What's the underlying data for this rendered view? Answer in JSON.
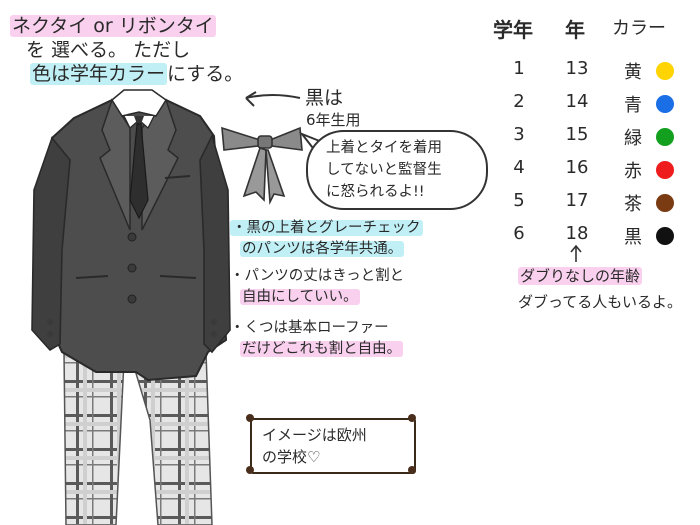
{
  "header": {
    "line1_a": "ネクタイ or リボンタイ",
    "line2": "を 選べる。 ただし",
    "line3_a": "色は学年カラー",
    "line3_b": "にする。"
  },
  "black_note": {
    "line1": "黒は",
    "line2": "6年生用"
  },
  "bubble": {
    "line1": "上着とタイを着用",
    "line2": "してないと監督生",
    "line3": "に怒られるよ!!"
  },
  "notes": {
    "n1_a": "・黒の上着とグレーチェック",
    "n1_b": "のパンツは各学年共通。",
    "n2_a": "・パンツの丈はきっと割と",
    "n2_b": "自由にしていい。",
    "n3_a": "・くつは基本ローファー",
    "n3_b": "だけどこれも割と自由。"
  },
  "table": {
    "headers": [
      "学年",
      "年",
      "カラー"
    ],
    "rows": [
      {
        "grade": "1",
        "age": "13",
        "color_name": "黄",
        "color": "#ffd400"
      },
      {
        "grade": "2",
        "age": "14",
        "color_name": "青",
        "color": "#1a6ee6"
      },
      {
        "grade": "3",
        "age": "15",
        "color_name": "緑",
        "color": "#12a01e"
      },
      {
        "grade": "4",
        "age": "16",
        "color_name": "赤",
        "color": "#ee1c1c"
      },
      {
        "grade": "5",
        "age": "17",
        "color_name": "茶",
        "color": "#7a3b12"
      },
      {
        "grade": "6",
        "age": "18",
        "color_name": "黒",
        "color": "#111111"
      }
    ]
  },
  "age_note": {
    "line1": "ダブりなしの年齢",
    "line2": "ダブってる人もいるよ。"
  },
  "frame": {
    "line1": "イメージは欧州",
    "line2": "の学校♡"
  }
}
